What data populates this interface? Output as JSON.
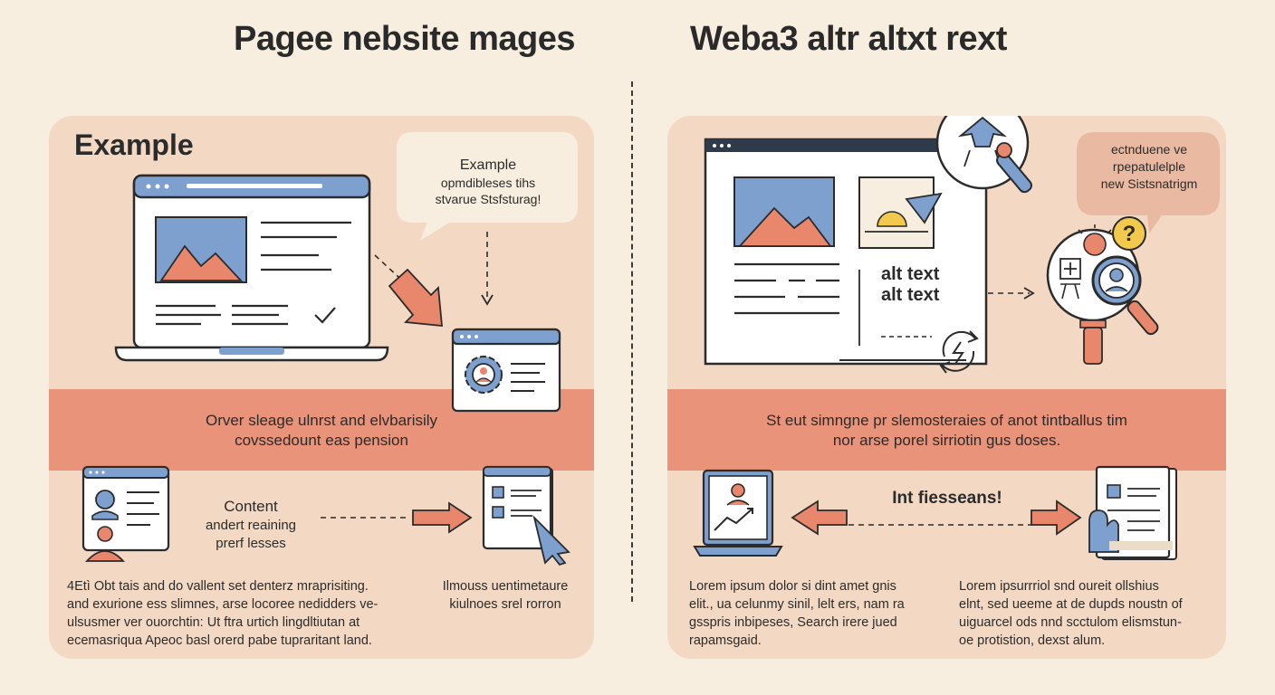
{
  "titles": {
    "left": "Pagee nebsite mages",
    "right": "Weba3 altr altxt rext"
  },
  "left_panel": {
    "heading": "Example",
    "bubble_lines": [
      "Example",
      "opmdibleses tihs",
      "stvarue Stsfsturag!"
    ],
    "band_lines": [
      "Orver sleage ulnrst and elvbarisily",
      "covssedount eas pension"
    ],
    "content_lines": [
      "Content",
      "andert reaining",
      "prerf lesses"
    ],
    "para_left": [
      "4Etì Obt tais and do vallent set denterz mraprisiting.",
      "and exurione ess slimnes, arse locoree nedidders ve-",
      "ulsusmer ver ouorchtin: Ut ftra urtich lingdltiutan at",
      "ecemasriqua Apeoc basl orerd pabe tupraritant land."
    ],
    "para_right": [
      "Ilmouss uentimetaure",
      "kiulnoes srel rorron"
    ]
  },
  "right_panel": {
    "alt_lines": [
      "alt text",
      "alt text"
    ],
    "bubble_lines": [
      "ectnduene ve",
      "rpepatulelple",
      "new Sistsnatrigm"
    ],
    "band_lines": [
      "St eut simngne pr slemosteraies of  anot tintballus tim",
      "nor arse porel sirriotin gus doses."
    ],
    "arrow_label": "Int fiesseans!",
    "para_left": [
      "Lorem ipsum dolor si dint amet gnis",
      "elit., ua celunmy sinil, lelt ers, nam ra",
      "gsspris inbipeses, Search irere jued",
      "rapamsgaid."
    ],
    "para_right": [
      "Lorem ipsurrriol snd oureit ollshius",
      "elnt, sed ueeme at de dupds noustn of",
      "uiguarcel ods nnd scctulom elismstun-",
      "oe protistion, dexst alum."
    ]
  },
  "colors": {
    "background": "#f7eedf",
    "panel": "#f3d9c4",
    "band": "#e8937a",
    "accent_blue": "#6f93c8",
    "accent_coral": "#e8876c",
    "accent_yellow": "#f2c94c",
    "ink": "#2b2b2b"
  },
  "icons": [
    "laptop-icon",
    "image-icon",
    "checkmark-icon",
    "gear-user-icon",
    "profile-card-icon",
    "document-cursor-icon",
    "magnifier-icon",
    "question-icon",
    "refresh-icon",
    "chart-laptop-icon",
    "hand-document-icon"
  ]
}
